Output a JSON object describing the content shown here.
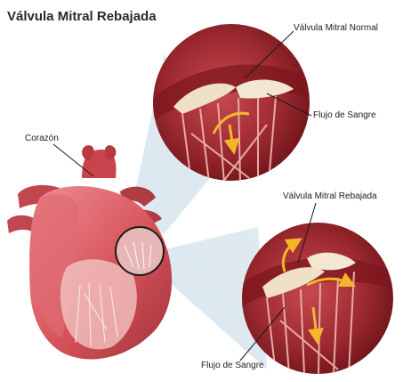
{
  "title": "Válvula Mitral Rebajada",
  "labels": {
    "heart": "Corazón",
    "normal_valve": "Válvula Mitral Normal",
    "blood_flow_top": "Flujo de Sangre",
    "prolapsed_valve": "Válvula Mitral Rebajada",
    "blood_flow_bottom": "Flujo de Sangre"
  },
  "colors": {
    "heart_base": "#d9545c",
    "heart_dark": "#a8323a",
    "heart_light": "#ee8a8f",
    "inset_bg": "#8f1f26",
    "valve_cream": "#efe0c8",
    "arrow": "#f3b62a",
    "beam": "#cfe0ea"
  }
}
